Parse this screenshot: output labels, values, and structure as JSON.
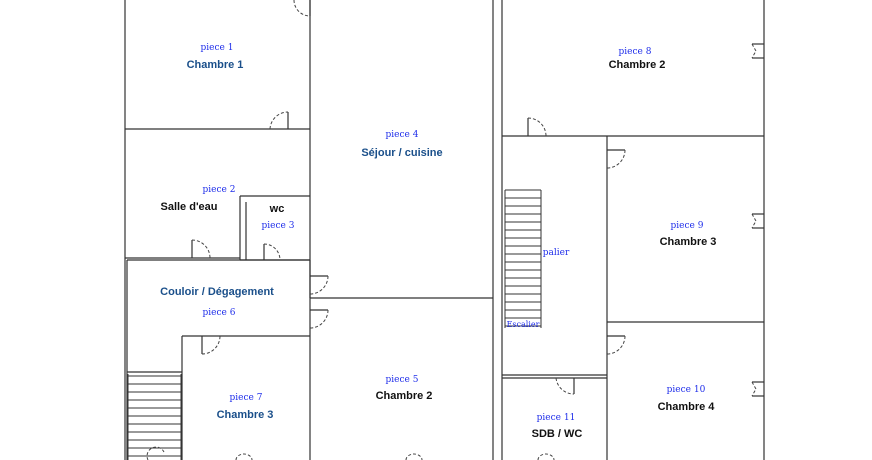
{
  "colors": {
    "room_number": "#1f2eea",
    "room_name_blue": "#1a4f8a",
    "room_name_black": "#111111",
    "wall": "#333333"
  },
  "rooms": {
    "chambre1": {
      "number": "piece 1",
      "name": "Chambre 1"
    },
    "salle_eau": {
      "number": "piece 2",
      "name": "Salle d'eau"
    },
    "wc": {
      "number": "piece 3",
      "name": "wc"
    },
    "sejour": {
      "number": "piece 4",
      "name": "Séjour / cuisine"
    },
    "couloir": {
      "number": "piece 6",
      "name": "Couloir / Dégagement"
    },
    "chambre3_left": {
      "number": "piece 7",
      "name": "Chambre 3"
    },
    "chambre2_bottom": {
      "number": "piece 5",
      "name": "Chambre 2"
    },
    "chambre2_right": {
      "number": "piece 8",
      "name": "Chambre 2"
    },
    "chambre3_right": {
      "number": "piece 9",
      "name": "Chambre 3"
    },
    "chambre4": {
      "number": "piece 10",
      "name": "Chambre 4"
    },
    "sdb": {
      "number": "piece 11",
      "name": "SDB / WC"
    }
  },
  "labels": {
    "palier": "palier",
    "stair_marker": "Escalier"
  }
}
